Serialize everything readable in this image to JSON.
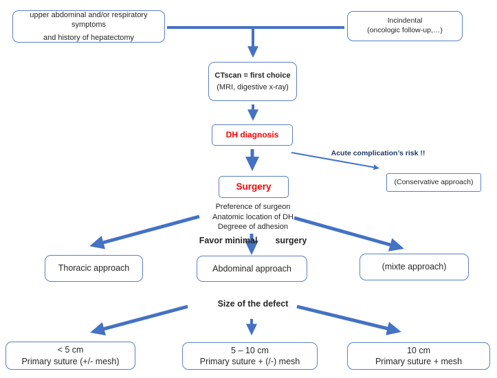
{
  "colors": {
    "arrow": "#4472c4",
    "border": "#5b7fc7",
    "red": "#ff0000",
    "navy": "#1f3864",
    "ink": "#262626"
  },
  "nodes": {
    "symptoms": {
      "line1": "upper abdominal and/or respiratory",
      "line2": "symptoms",
      "line3": "and history of hepatectomy"
    },
    "incidental": {
      "line1": "Incindental",
      "line2": "(oncologic follow-up,…)"
    },
    "ctscan": {
      "line1": "CTscan = first choice",
      "line2": "(MRI, digestive x-ray)"
    },
    "dh_diagnosis": {
      "label": "DH diagnosis"
    },
    "risk_note": {
      "label": "Acute complication’s risk !!"
    },
    "conservative": {
      "label": "(Conservative approach)"
    },
    "surgery": {
      "label": "Surgery"
    },
    "criteria": {
      "line1": "Preference of surgeon",
      "line2": "Anatomic location of DH",
      "line3": "Degreee of adhesion"
    },
    "favor_minimal": {
      "left": "Favor minimal",
      "right": "surgery"
    },
    "thoracic": {
      "label": "Thoracic approach"
    },
    "abdominal": {
      "label": "Abdominal approach"
    },
    "mixte": {
      "label": "(mixte approach)"
    },
    "size_of_defect": {
      "label": "Size of the defect"
    },
    "small_defect": {
      "line1": "< 5 cm",
      "line2": "Primary suture (+/- mesh)"
    },
    "medium_defect": {
      "line1": "5 – 10 cm",
      "line2": "Primary suture + (/-) mesh"
    },
    "large_defect": {
      "line1": "10 cm",
      "line2": "Primary suture + mesh"
    }
  }
}
